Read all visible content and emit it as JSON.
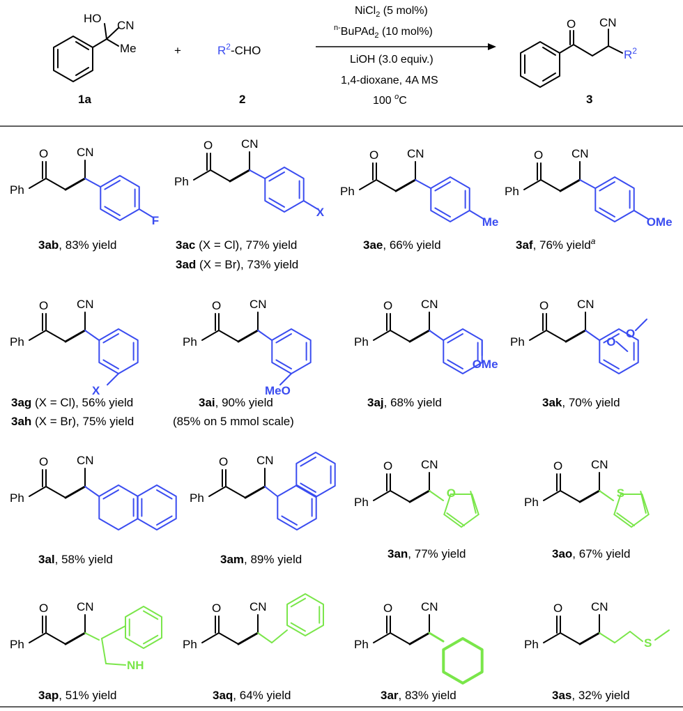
{
  "colors": {
    "blue": "#3a4cf0",
    "green": "#7ae64a",
    "black": "#000000"
  },
  "header": {
    "reactant1": {
      "OH": "HO",
      "CN": "CN",
      "Me": "Me",
      "label": "1a"
    },
    "plus": "+",
    "reactant2": {
      "R2": "R",
      "sup": "2",
      "CHO": "-CHO",
      "label": "2"
    },
    "conditions": {
      "line1": "NiCl",
      "line1_sub": "2",
      "line1_rest": " (5 mol%)",
      "line2_pre": "n-",
      "line2": "BuPAd",
      "line2_sub": "2",
      "line2_rest": " (10 mol%)",
      "line3": "LiOH (3.0 equiv.)",
      "line4": "1,4-dioxane, 4A MS",
      "line5": "100 ",
      "line5_sup": "o",
      "line5_rest": "C"
    },
    "product": {
      "O": "O",
      "CN": "CN",
      "R2": "R",
      "sup": "2",
      "label": "3"
    }
  },
  "common_atoms": {
    "O": "O",
    "CN": "CN",
    "Ph": "Ph"
  },
  "substituents": {
    "F": "F",
    "X": "X",
    "Me": "Me",
    "OMe": "OMe",
    "MeO": "MeO",
    "NH": "NH",
    "S": "S",
    "O": "O"
  },
  "captions": [
    {
      "id": "3ab",
      "rest": ", 83% yield"
    },
    {
      "id": "3ac",
      "rest": " (X = Cl), 77% yield"
    },
    {
      "id": "3ad",
      "rest": " (X = Br), 73% yield"
    },
    {
      "id": "3ae",
      "rest": ", 66% yield"
    },
    {
      "id": "3af",
      "rest": ", 76% yield",
      "sup": "a"
    },
    {
      "id": "3ag",
      "rest": " (X = Cl), 56% yield"
    },
    {
      "id": "3ah",
      "rest": " (X = Br), 75% yield"
    },
    {
      "id": "3ai",
      "rest": ", 90% yield"
    },
    {
      "id": "",
      "rest": "(85% on 5 mmol scale)"
    },
    {
      "id": "3aj",
      "rest": ", 68% yield"
    },
    {
      "id": "3ak",
      "rest": ", 70% yield"
    },
    {
      "id": "3al",
      "rest": ", 58% yield"
    },
    {
      "id": "3am",
      "rest": ", 89% yield"
    },
    {
      "id": "3an",
      "rest": ", 77% yield"
    },
    {
      "id": "3ao",
      "rest": ", 67% yield"
    },
    {
      "id": "3ap",
      "rest": ", 51% yield"
    },
    {
      "id": "3aq",
      "rest": ", 64% yield"
    },
    {
      "id": "3ar",
      "rest": ", 83% yield"
    },
    {
      "id": "3as",
      "rest": ", 32% yield"
    }
  ]
}
